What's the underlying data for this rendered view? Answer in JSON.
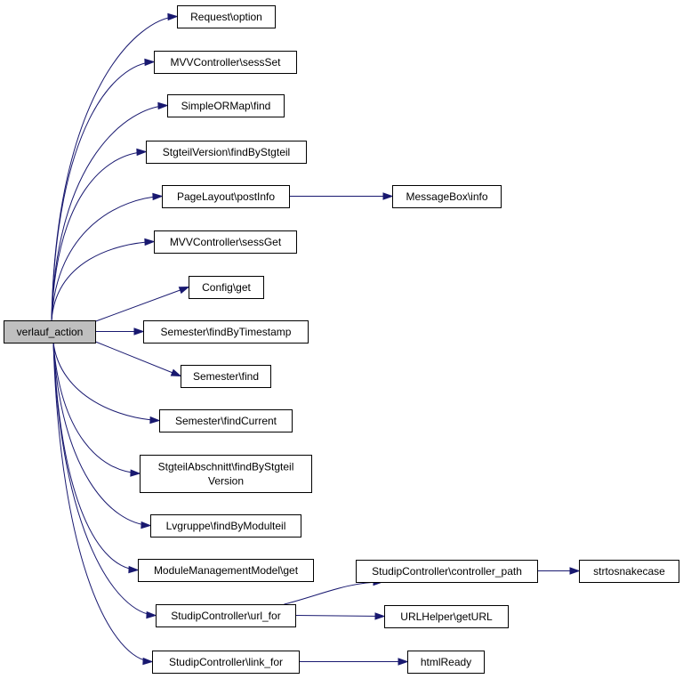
{
  "root": {
    "id": "verlauf_action",
    "label": "verlauf_action"
  },
  "nodes": [
    {
      "id": "request_option",
      "label": "Request\\option"
    },
    {
      "id": "mvv_sessset",
      "label": "MVVController\\sessSet"
    },
    {
      "id": "simpleormap_find",
      "label": "SimpleORMap\\find"
    },
    {
      "id": "stgteilversion_find",
      "label": "StgteilVersion\\findByStgteil"
    },
    {
      "id": "pagelayout_postinfo",
      "label": "PageLayout\\postInfo"
    },
    {
      "id": "messagebox_info",
      "label": "MessageBox\\info"
    },
    {
      "id": "mvv_sessget",
      "label": "MVVController\\sessGet"
    },
    {
      "id": "config_get",
      "label": "Config\\get"
    },
    {
      "id": "semester_findbytimestamp",
      "label": "Semester\\findByTimestamp"
    },
    {
      "id": "semester_find",
      "label": "Semester\\find"
    },
    {
      "id": "semester_findcurrent",
      "label": "Semester\\findCurrent"
    },
    {
      "id": "stgteilabschnitt_find",
      "label": "StgteilAbschnitt\\findByStgteil\nVersion"
    },
    {
      "id": "lvgruppe_find",
      "label": "Lvgruppe\\findByModulteil"
    },
    {
      "id": "modulemanagement_get",
      "label": "ModuleManagementModel\\get"
    },
    {
      "id": "studip_url_for",
      "label": "StudipController\\url_for"
    },
    {
      "id": "studip_controller_path",
      "label": "StudipController\\controller_path"
    },
    {
      "id": "strtosnakecase",
      "label": "strtosnakecase"
    },
    {
      "id": "urlhelper_geturl",
      "label": "URLHelper\\getURL"
    },
    {
      "id": "studip_link_for",
      "label": "StudipController\\link_for"
    },
    {
      "id": "htmlready",
      "label": "htmlReady"
    }
  ],
  "edges": [
    [
      "verlauf_action",
      "request_option"
    ],
    [
      "verlauf_action",
      "mvv_sessset"
    ],
    [
      "verlauf_action",
      "simpleormap_find"
    ],
    [
      "verlauf_action",
      "stgteilversion_find"
    ],
    [
      "verlauf_action",
      "pagelayout_postinfo"
    ],
    [
      "pagelayout_postinfo",
      "messagebox_info"
    ],
    [
      "verlauf_action",
      "mvv_sessget"
    ],
    [
      "verlauf_action",
      "config_get"
    ],
    [
      "verlauf_action",
      "semester_findbytimestamp"
    ],
    [
      "verlauf_action",
      "semester_find"
    ],
    [
      "verlauf_action",
      "semester_findcurrent"
    ],
    [
      "verlauf_action",
      "stgteilabschnitt_find"
    ],
    [
      "verlauf_action",
      "lvgruppe_find"
    ],
    [
      "verlauf_action",
      "modulemanagement_get"
    ],
    [
      "verlauf_action",
      "studip_url_for"
    ],
    [
      "studip_url_for",
      "studip_controller_path"
    ],
    [
      "studip_controller_path",
      "strtosnakecase"
    ],
    [
      "studip_url_for",
      "urlhelper_geturl"
    ],
    [
      "verlauf_action",
      "studip_link_for"
    ],
    [
      "studip_link_for",
      "htmlready"
    ]
  ],
  "colors": {
    "edge": "#191970",
    "root_fill": "#bfbfbf",
    "node_fill": "#ffffff",
    "border": "#000000"
  }
}
